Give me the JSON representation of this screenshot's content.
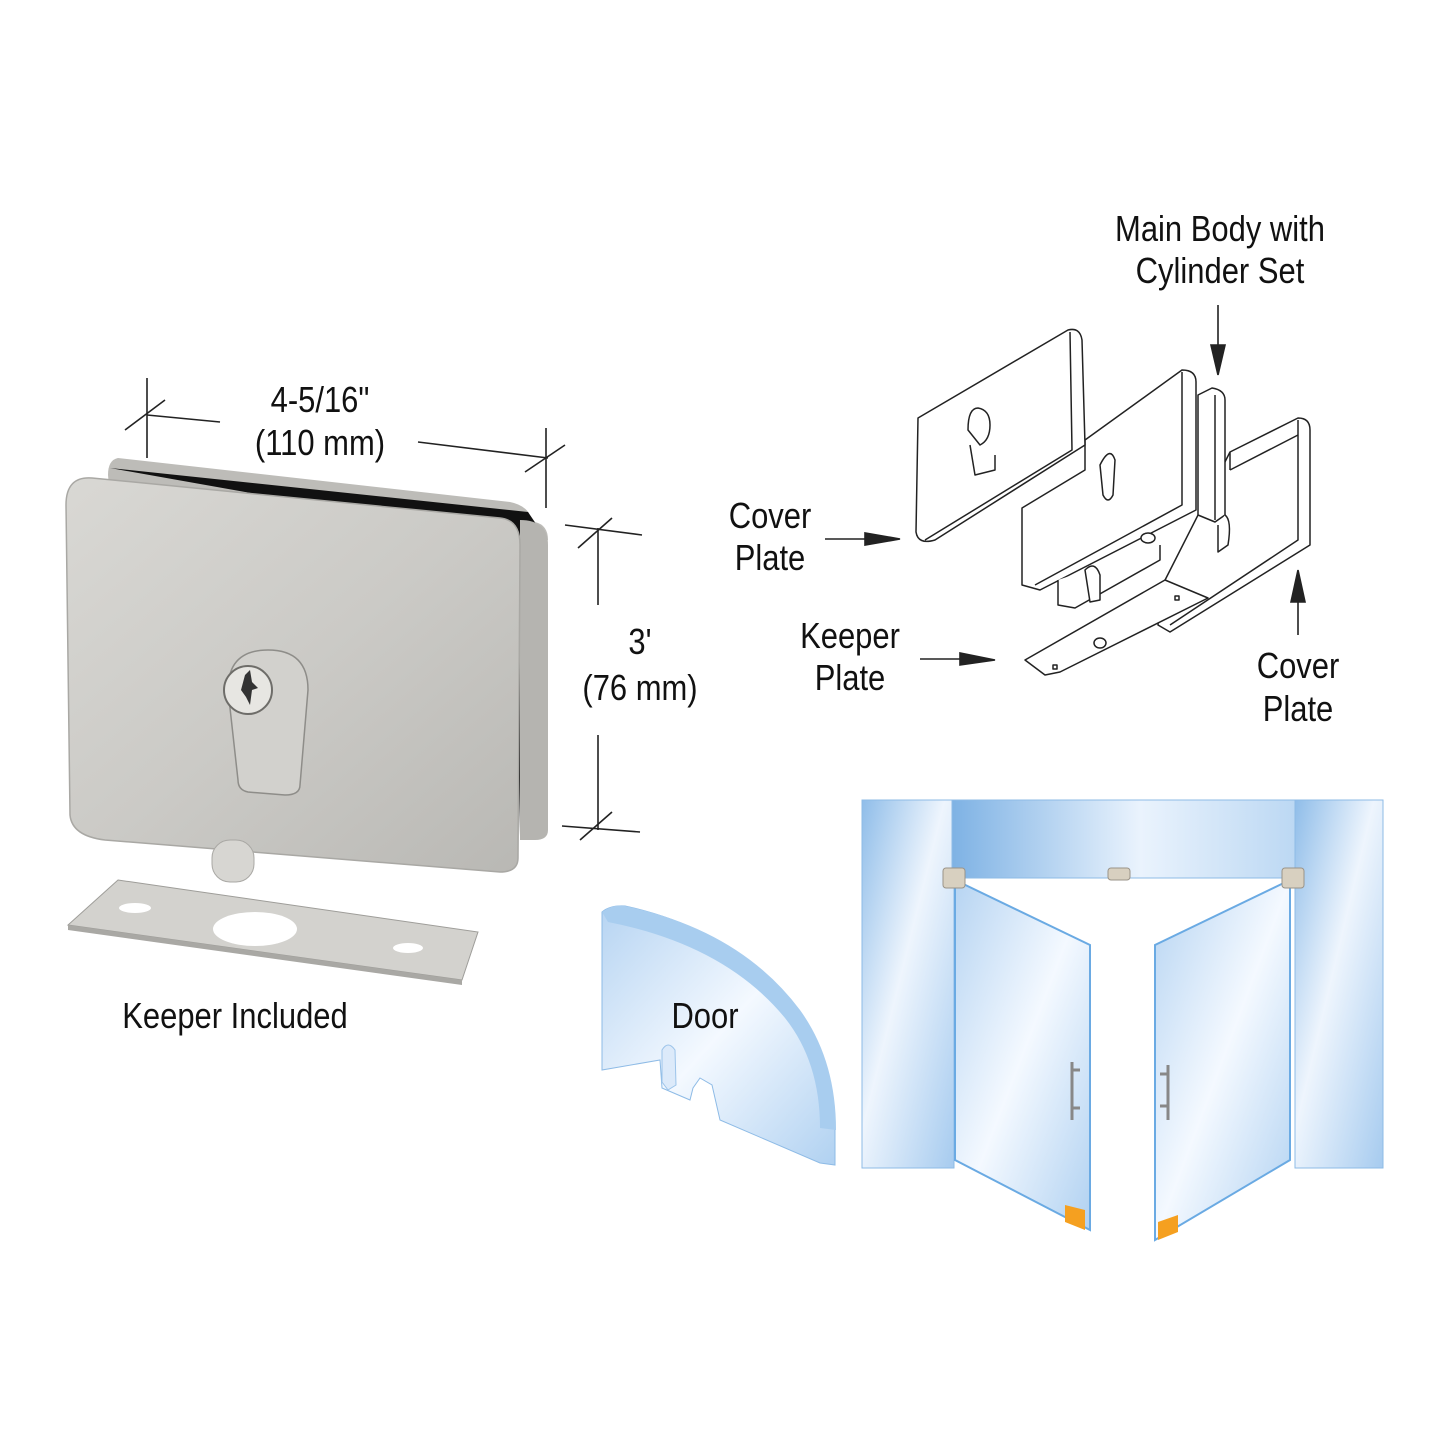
{
  "product_photo": {
    "width_dimension": {
      "imperial": "4-5/16\"",
      "metric": "(110 mm)"
    },
    "height_dimension": {
      "imperial": "3'",
      "metric": "(76 mm)"
    },
    "keeper_caption": "Keeper Included"
  },
  "exploded_view": {
    "main_body_label": {
      "line1": "Main Body with",
      "line2": "Cylinder Set"
    },
    "cover_plate_left": {
      "line1": "Cover",
      "line2": "Plate"
    },
    "keeper_plate": {
      "line1": "Keeper",
      "line2": "Plate"
    },
    "cover_plate_right": {
      "line1": "Cover",
      "line2": "Plate"
    }
  },
  "door_detail": {
    "label": "Door"
  },
  "colors": {
    "metal": "#c8c7c3",
    "metal_dark": "#9e9d99",
    "glass": "#a9cdef",
    "glass_edge": "#5fa3e0",
    "floor_stop": "#f5a020",
    "text": "#111111"
  }
}
